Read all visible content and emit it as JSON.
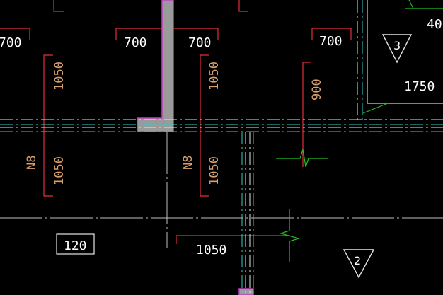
{
  "colors": {
    "background": "#000000",
    "wall_fill": "#9a9a9a",
    "wall_edge": "#c040c0",
    "rebar_red": "#e0303a",
    "axis_cyan": "#2fd0d0",
    "break_green": "#20c020",
    "dim_white": "#e6e6e6",
    "tag_orange": "#d9a06b",
    "frame_yellow": "#e0e060"
  },
  "labels": {
    "top_left_700": "700",
    "top_mid_700_a": "700",
    "top_mid_700_b": "700",
    "top_right_700": "700",
    "top_right_edge_40": "40",
    "right_1750": "1750",
    "left_1050_upper": "1050",
    "left_n8": "N8",
    "left_1050_lower": "1050",
    "mid_1050_upper": "1050",
    "mid_n8": "N8",
    "mid_1050_lower": "1050",
    "right_900": "900",
    "bottom_1050": "1050",
    "box_120": "120"
  },
  "markers": {
    "section_3": "3",
    "section_2": "2"
  }
}
